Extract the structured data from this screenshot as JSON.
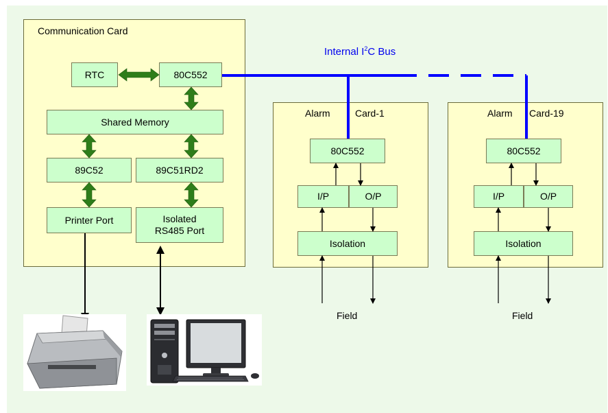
{
  "bus": {
    "label_pre": "Internal I",
    "label_sup": "2",
    "label_post": "C Bus"
  },
  "comm_card": {
    "title": "Communication Card",
    "rtc": "RTC",
    "mcu": "80C552",
    "shared_memory": "Shared Memory",
    "mcu2": "89C52",
    "mcu3": "89C51RD2",
    "printer_port": "Printer Port",
    "rs485_line1": "Isolated",
    "rs485_line2": "RS485 Port"
  },
  "alarm_cards": [
    {
      "title_word1": "Alarm",
      "title_word2": "Card-1",
      "mcu": "80C552",
      "input": "I/P",
      "output": "O/P",
      "isolation": "Isolation",
      "field": "Field"
    },
    {
      "title_word1": "Alarm",
      "title_word2": "Card-19",
      "mcu": "80C552",
      "input": "I/P",
      "output": "O/P",
      "isolation": "Isolation",
      "field": "Field"
    }
  ],
  "colors": {
    "bus": "#0000ff",
    "bidir_arrow": "#2e7d1a",
    "card_fill": "#ffffcc",
    "block_fill": "#ccffcc",
    "background": "#edf9e9"
  },
  "icons": [
    "printer-icon",
    "desktop-computer-icon"
  ]
}
